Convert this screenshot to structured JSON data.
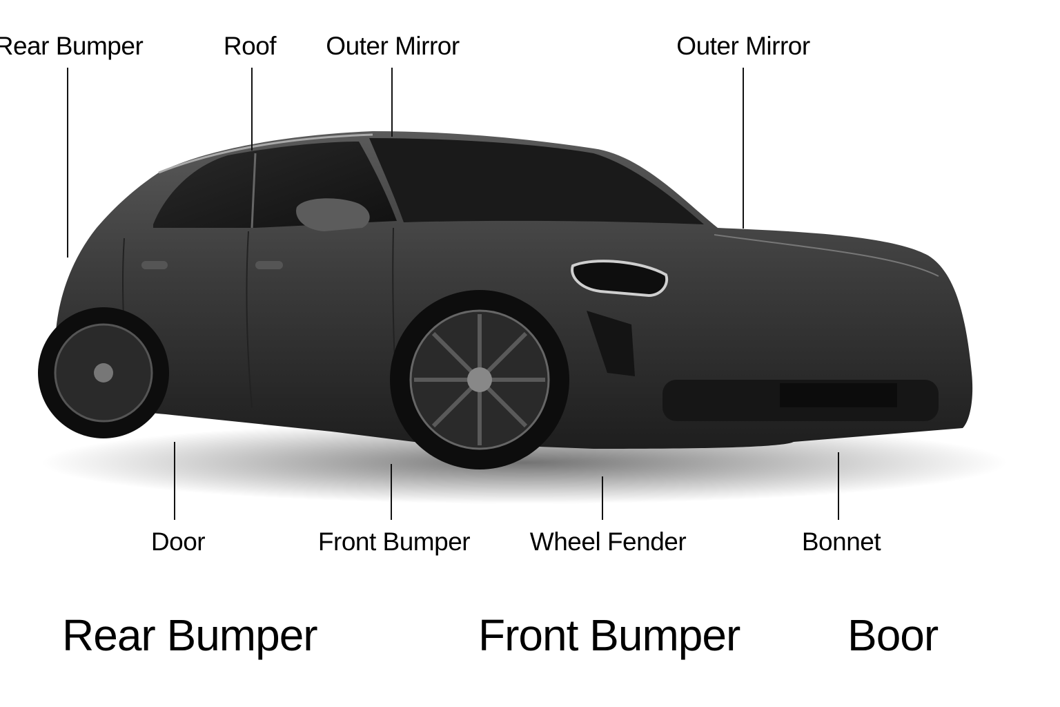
{
  "labels_top": [
    {
      "id": "rear-bumper",
      "text": "Rear Bumper"
    },
    {
      "id": "roof",
      "text": "Roof"
    },
    {
      "id": "outer-mirror-left",
      "text": "Outer Mirror"
    },
    {
      "id": "outer-mirror-right",
      "text": "Outer Mirror"
    }
  ],
  "labels_bottom": [
    {
      "id": "door",
      "text": "Door"
    },
    {
      "id": "front-bumper",
      "text": "Front Bumper"
    },
    {
      "id": "wheel-fender",
      "text": "Wheel Fender"
    },
    {
      "id": "bonnet",
      "text": "Bonnet"
    }
  ],
  "footer": [
    {
      "id": "rear-bumper",
      "text": "Rear Bumper"
    },
    {
      "id": "front-bumper",
      "text": "Front Bumper"
    },
    {
      "id": "boor",
      "text": "Boor"
    }
  ],
  "colors": {
    "background": "#ffffff",
    "car_body": "#3a3a3a",
    "text": "#000000"
  }
}
